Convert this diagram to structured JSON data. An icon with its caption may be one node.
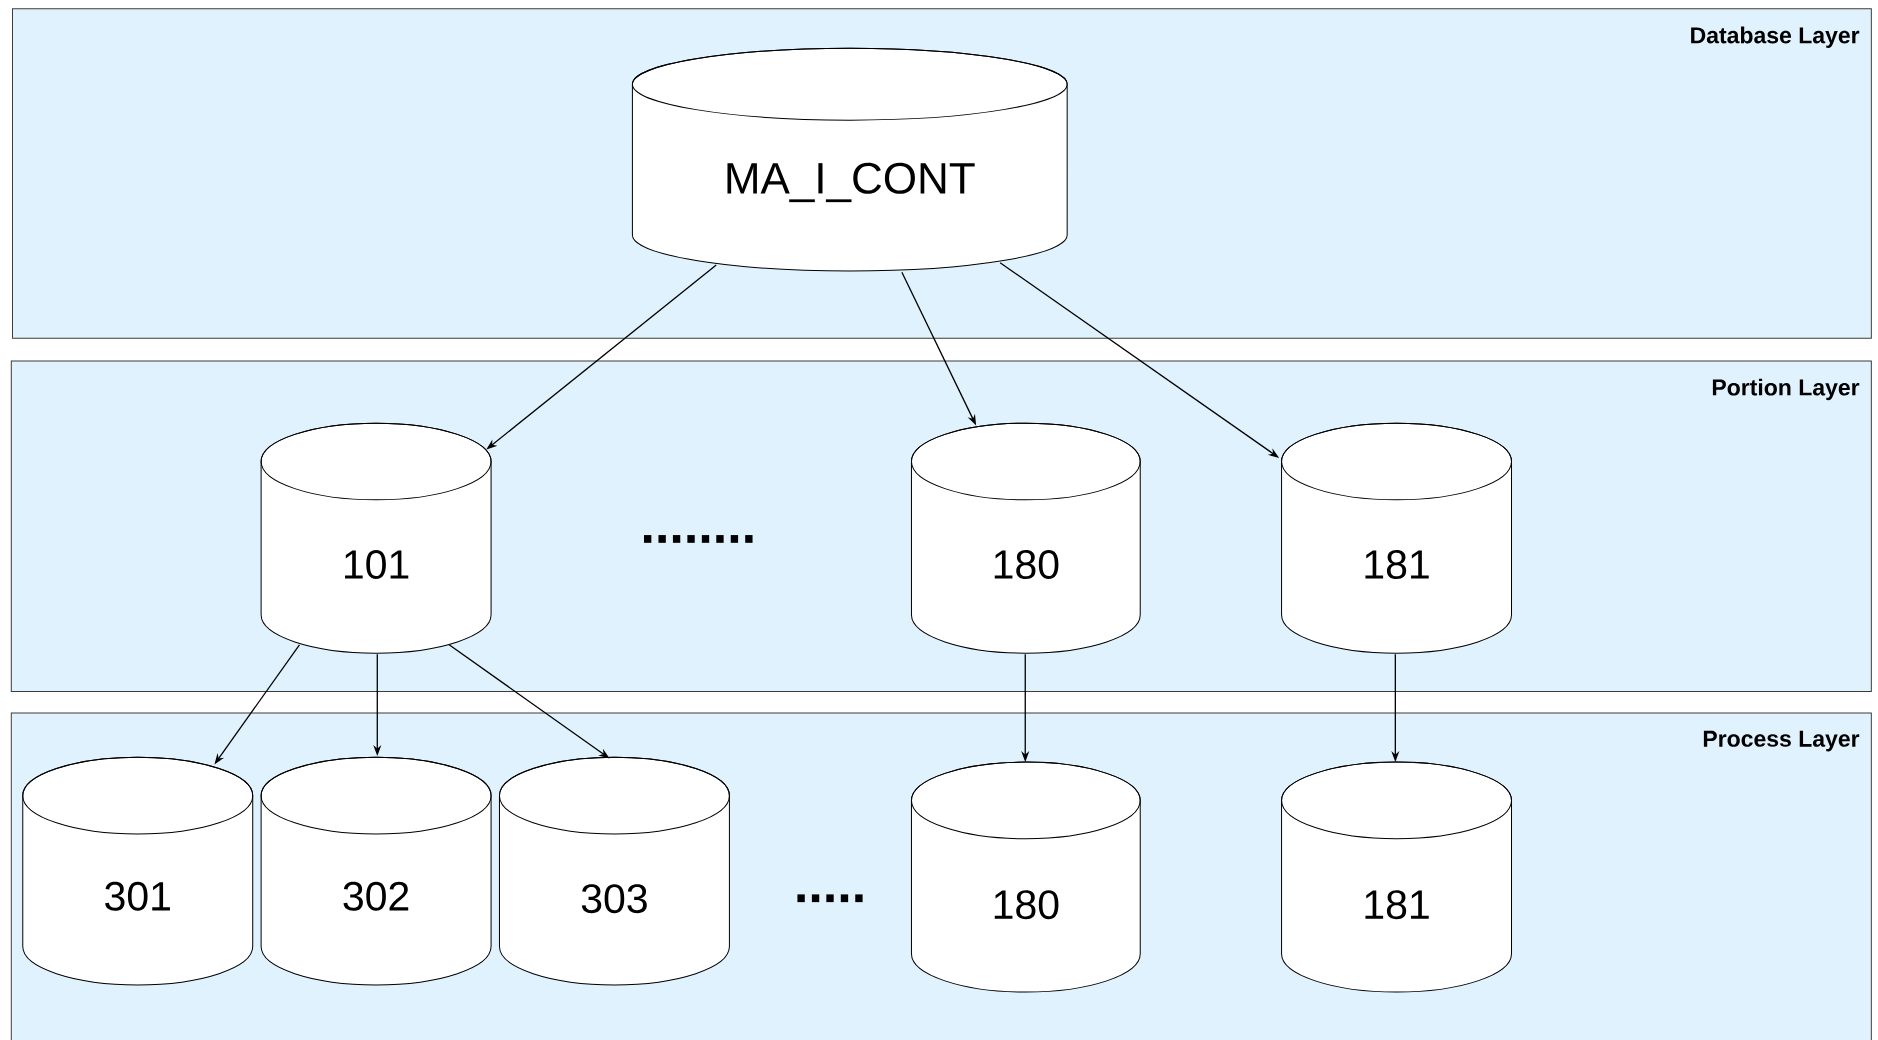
{
  "diagram": {
    "nodes": [
      {
        "text": [
          "Database Layer"
        ]
      },
      {
        "text": [
          "MA_I_CONT"
        ],
        "in": 0
      },
      {
        "text": [
          "Portion Layer"
        ]
      },
      {
        "text": [
          "101"
        ],
        "in": 2
      },
      {
        "text": [
          "180"
        ],
        "in": 2
      },
      {
        "text": [
          "181"
        ],
        "in": 2
      },
      {
        "text": [
          "Process Layer"
        ]
      },
      {
        "text": [
          "301"
        ],
        "in": 6
      },
      {
        "text": [
          "302"
        ],
        "in": 6
      },
      {
        "text": [
          "303"
        ],
        "in": 6
      },
      {
        "text": [
          "180"
        ],
        "in": 6
      },
      {
        "text": [
          "181"
        ],
        "in": 6
      }
    ],
    "edges": [
      {
        "from": 1,
        "to": 3,
        "arrow": "to"
      },
      {
        "from": 1,
        "to": 4,
        "arrow": "to"
      },
      {
        "from": 1,
        "to": 5,
        "arrow": "to"
      },
      {
        "from": 3,
        "to": 7,
        "arrow": "to"
      },
      {
        "from": 3,
        "to": 8,
        "arrow": "to"
      },
      {
        "from": 3,
        "to": 9,
        "arrow": "to"
      },
      {
        "from": 4,
        "to": 10,
        "arrow": "to"
      },
      {
        "from": 5,
        "to": 11,
        "arrow": "to"
      }
    ],
    "labels": [
      "........",
      "....."
    ]
  }
}
